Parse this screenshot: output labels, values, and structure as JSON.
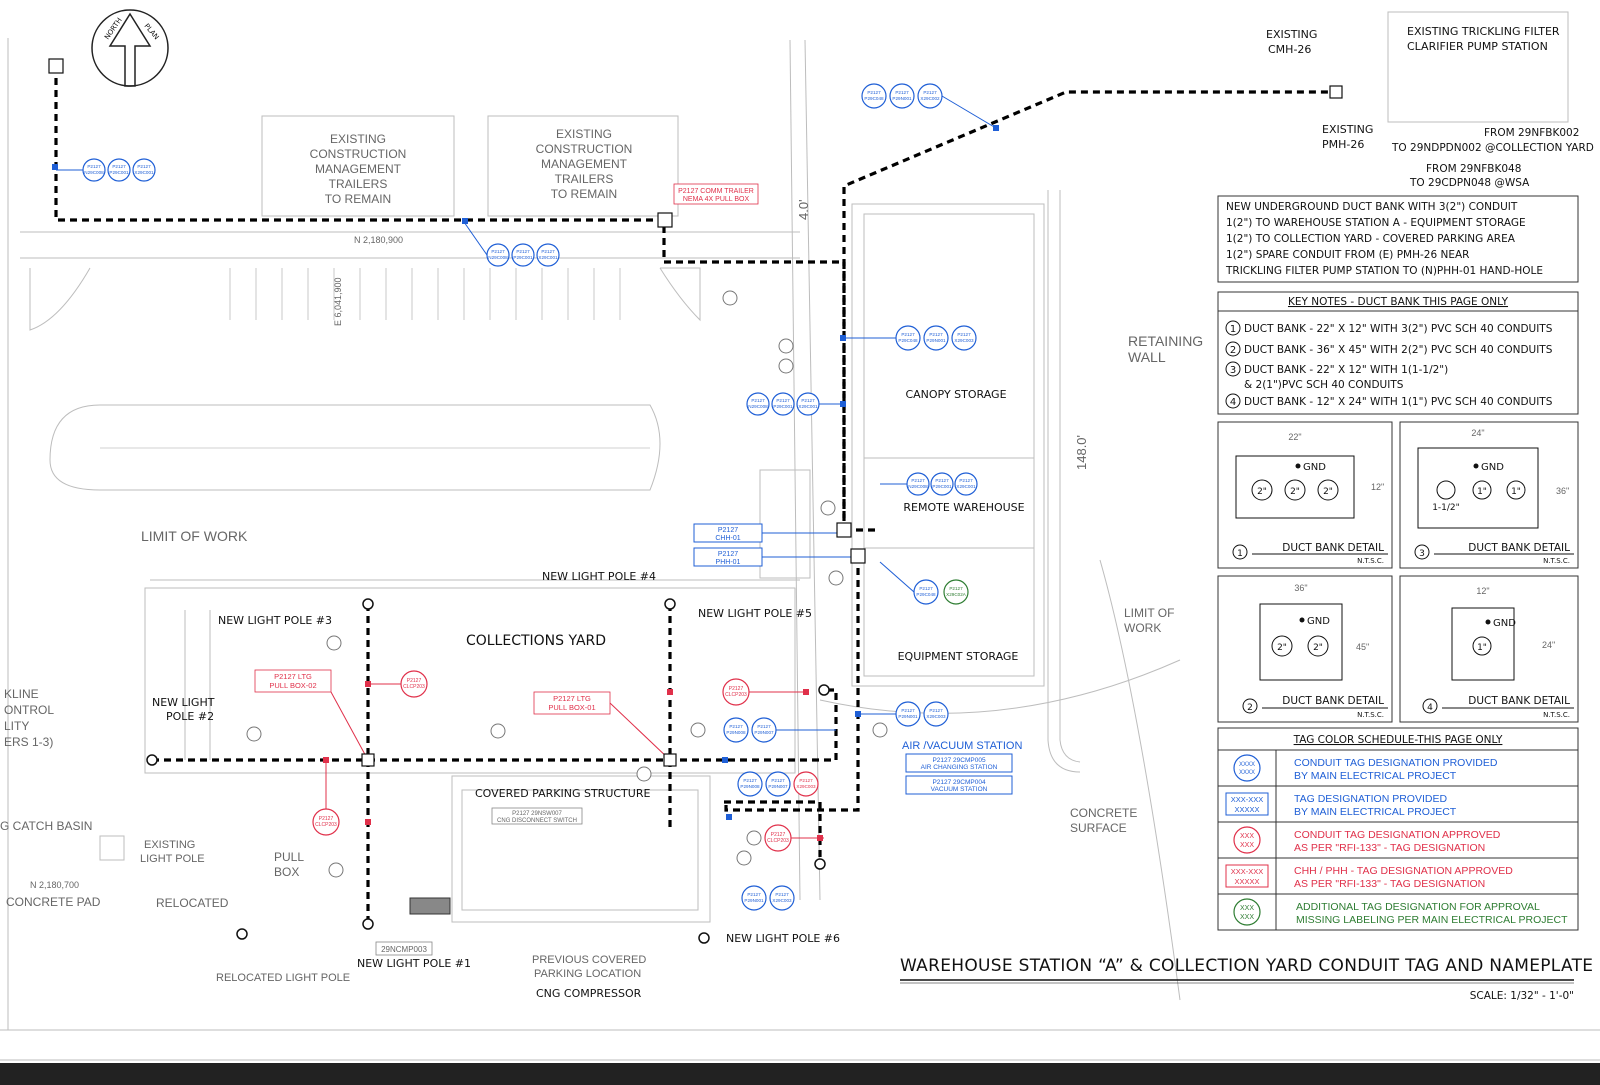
{
  "north_arrow": {
    "label": "NORTH",
    "label2": "PLAN"
  },
  "buildings": {
    "trailers_1": [
      "EXISTING",
      "CONSTRUCTION",
      "MANAGEMENT",
      "TRAILERS",
      "TO REMAIN"
    ],
    "trailers_2": [
      "EXISTING",
      "CONSTRUCTION",
      "MANAGEMENT",
      "TRAILERS",
      "TO REMAIN"
    ],
    "canopy_storage": "CANOPY STORAGE",
    "remote_warehouse": "REMOTE WAREHOUSE",
    "equipment_storage": "EQUIPMENT STORAGE",
    "collections_yard": "COLLECTIONS YARD",
    "covered_parking": "COVERED PARKING STRUCTURE",
    "trickling_filter": [
      "EXISTING TRICKLING FILTER",
      "CLARIFIER PUMP STATION"
    ],
    "kline": [
      "KLINE",
      "ONTROL",
      "LITY",
      "ERS 1-3)"
    ]
  },
  "labels": {
    "existing_cmh": [
      "EXISTING",
      "CMH-26"
    ],
    "existing_pmh": [
      "EXISTING",
      "PMH-26"
    ],
    "from_1": "FROM 29NFBK002",
    "to_1": "TO 29NDPDN002 @COLLECTION YARD",
    "from_2": "FROM 29NFBK048",
    "to_2": "TO 29CDPN048 @WSA",
    "comm_trailer": [
      "P2127 COMM TRAILER",
      "NEMA 4X PULL BOX"
    ],
    "n_coord_1": "N 2,180,900",
    "e_coord": "E 6,041,900",
    "n_coord_2": "N 2,180,700",
    "dim_40": "4.0'",
    "dim_148": "148.0'",
    "retaining_wall": [
      "RETAINING",
      "WALL"
    ],
    "limit_of_work_1": "LIMIT OF WORK",
    "limit_of_work_2": [
      "LIMIT OF",
      "WORK"
    ],
    "chh01": [
      "P2127",
      "CHH-01"
    ],
    "phh01": [
      "P2127",
      "PHH-01"
    ],
    "light_pole_1": "NEW LIGHT POLE #1",
    "light_pole_2": [
      "NEW LIGHT",
      "POLE #2"
    ],
    "light_pole_3": "NEW LIGHT POLE #3",
    "light_pole_4": "NEW LIGHT POLE #4",
    "light_pole_5": "NEW LIGHT POLE #5",
    "light_pole_6": "NEW LIGHT POLE #6",
    "ltg_pb_02": [
      "P2127 LTG",
      "PULL BOX-02"
    ],
    "ltg_pb_01": [
      "P2127 LTG",
      "PULL BOX-01"
    ],
    "air_vacuum": "AIR /VACUUM STATION",
    "air_charging": [
      "P2127  29CMP005",
      "AIR CHANGING STATION"
    ],
    "vacuum_station": [
      "P2127  29CMP004",
      "VACUUM STATION"
    ],
    "cng_disconnect": [
      "P2127  29NSW007",
      "CNG DISCONNECT SWITCH"
    ],
    "ncmp003": "29NCMP003",
    "catch_basin": "G CATCH BASIN",
    "existing_light_pole": [
      "EXISTING",
      "LIGHT POLE"
    ],
    "pull_box": [
      "PULL",
      "BOX"
    ],
    "relocated": "RELOCATED",
    "relocated_light_pole": "RELOCATED LIGHT POLE",
    "concrete_pad": "CONCRETE PAD",
    "previous_covered": [
      "PREVIOUS COVERED",
      "PARKING LOCATION"
    ],
    "cng_compressor": "CNG COMPRESSOR",
    "concrete_surface": [
      "CONCRETE",
      "SURFACE"
    ]
  },
  "tags": {
    "t1": [
      "P2127",
      "N29C008",
      "P2127",
      "P29C001",
      "P2127",
      "X29C001"
    ],
    "t2": [
      "P2127",
      "N29C008",
      "P2127",
      "P29C001",
      "P2127",
      "X29C001"
    ],
    "t3": [
      "P2127",
      "P29C048",
      "P2127",
      "P29N001",
      "P2127",
      "X29C002"
    ],
    "t4": [
      "P2127",
      "P29C048",
      "P2127",
      "P29N001",
      "P2127",
      "X29C003"
    ],
    "t5": [
      "P2127",
      "N29C008",
      "P2127",
      "P29C001",
      "P2127",
      "X29C001"
    ],
    "t6": [
      "P2127",
      "N29C008",
      "P2127",
      "P29C001",
      "P2127",
      "X29C001"
    ],
    "t7": [
      "P2127",
      "P29C048",
      "P2127",
      "X29C02A"
    ],
    "t8": [
      "P2127",
      "P29N001",
      "P2127",
      "X29C003"
    ],
    "t9": [
      "P2127",
      "P29N008",
      "P2127",
      "P29N007"
    ],
    "t10": [
      "P2127",
      "P29N008",
      "P2127",
      "P29N007",
      "P2127",
      "X29C003"
    ],
    "t11": [
      "P2127",
      "P29N001",
      "P2127",
      "X29C003"
    ],
    "r1": [
      "P2127",
      "CLCP203"
    ],
    "r2": [
      "P2127",
      "CLCP203"
    ],
    "r3": [
      "P2127",
      "CLCP203"
    ],
    "r4": [
      "P2127",
      "CLCP203"
    ]
  },
  "notes_box": [
    "NEW  UNDERGROUND DUCT BANK WITH 3(2\") CONDUIT",
    "1(2\") TO WAREHOUSE STATION A - EQUIPMENT STORAGE",
    "1(2\") TO COLLECTION  YARD - COVERED PARKING AREA",
    "1(2\") SPARE CONDUIT FROM (E) PMH-26 NEAR",
    "TRICKLING FILTER PUMP STATION TO (N)PHH-01 HAND-HOLE"
  ],
  "key_notes": {
    "title": "KEY NOTES - DUCT BANK THIS PAGE ONLY",
    "items": [
      {
        "num": "1",
        "text": "DUCT BANK - 22\" X 12\" WITH 3(2\") PVC SCH 40 CONDUITS"
      },
      {
        "num": "2",
        "text": "DUCT BANK - 36\" X 45\" WITH 2(2\") PVC SCH 40 CONDUITS"
      },
      {
        "num": "3",
        "text": "DUCT BANK - 22\" X 12\" WITH 1(1-1/2\")"
      },
      {
        "num": "",
        "text": "& 2(1\")PVC SCH 40 CONDUITS"
      },
      {
        "num": "4",
        "text": "DUCT BANK - 12\" X 24\" WITH 1(1\") PVC SCH 40 CONDUITS"
      }
    ]
  },
  "details": {
    "d1": {
      "num": "1",
      "title": "DUCT BANK DETAIL",
      "scale": "N.T.S.C.",
      "w": "22\"",
      "h": "12\"",
      "gnd": "GND",
      "c": [
        "2\"",
        "2\"",
        "2\""
      ]
    },
    "d3": {
      "num": "3",
      "title": "DUCT BANK DETAIL",
      "scale": "N.T.S.C.",
      "w": "24\"",
      "h": "36\"",
      "gnd": "GND",
      "c": [
        "1\"",
        "1\""
      ],
      "c2": "1-1/2\""
    },
    "d2": {
      "num": "2",
      "title": "DUCT BANK DETAIL",
      "scale": "N.T.S.C.",
      "w": "36\"",
      "h": "45\"",
      "gnd": "GND",
      "c": [
        "2\"",
        "2\""
      ]
    },
    "d4": {
      "num": "4",
      "title": "DUCT BANK DETAIL",
      "scale": "N.T.S.C.",
      "w": "12\"",
      "h": "24\"",
      "gnd": "GND",
      "c": [
        "1\""
      ]
    }
  },
  "tag_schedule": {
    "title": "TAG COLOR SCHEDULE-THIS PAGE ONLY",
    "rows": [
      {
        "sym": [
          "XXXX",
          "XXXX"
        ],
        "text": [
          "CONDUIT TAG DESIGNATION PROVIDED",
          "BY MAIN  ELECTRICAL PROJECT"
        ],
        "color": "#1f5fd6"
      },
      {
        "sym": [
          "XXX-XXX",
          "XXXXX"
        ],
        "text": [
          "TAG DESIGNATION PROVIDED",
          "BY MAIN  ELECTRICAL PROJECT"
        ],
        "color": "#1f5fd6"
      },
      {
        "sym": [
          "XXX",
          "XXX"
        ],
        "text": [
          "CONDUIT TAG DESIGNATION APPROVED",
          "AS PER  \"RFI-133\" - TAG DESIGNATION"
        ],
        "color": "#e0304a"
      },
      {
        "sym": [
          "XXX-XXX",
          "XXXXX"
        ],
        "text": [
          "CHH / PHH - TAG DESIGNATION APPROVED",
          "AS PER  \"RFI-133\" - TAG DESIGNATION"
        ],
        "color": "#e0304a"
      },
      {
        "sym": [
          "XXX",
          "XXX"
        ],
        "text": [
          "ADDITIONAL TAG DESIGNATION FOR APPROVAL",
          "MISSING LABELING PER MAIN ELECTRICAL PROJECT"
        ],
        "color": "#2e7d32"
      }
    ]
  },
  "drawing_title": "WAREHOUSE STATION “A” & COLLECTION YARD CONDUIT TAG AND NAMEPLATE",
  "scale": "SCALE: 1/32\" - 1'-0\"",
  "colors": {
    "conduit_tag": "#1f5fd6",
    "approved_tag": "#e0304a",
    "additional_tag": "#2e7d32",
    "duct_bank": "#000000"
  }
}
